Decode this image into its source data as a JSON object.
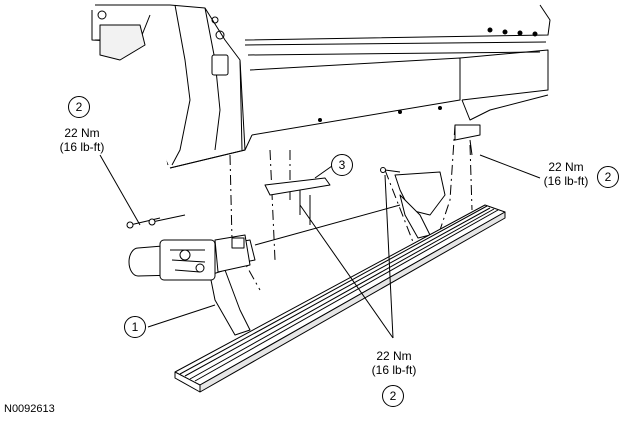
{
  "figure_id": "N0092613",
  "callouts": {
    "c2_top_left": "2",
    "c2_right": "2",
    "c3": "3",
    "c1": "1",
    "c2_bottom": "2"
  },
  "torques": {
    "left": {
      "nm": "22 Nm",
      "lbft": "(16 lb-ft)"
    },
    "right": {
      "nm": "22 Nm",
      "lbft": "(16 lb-ft)"
    },
    "bottom": {
      "nm": "22 Nm",
      "lbft": "(16 lb-ft)"
    }
  }
}
